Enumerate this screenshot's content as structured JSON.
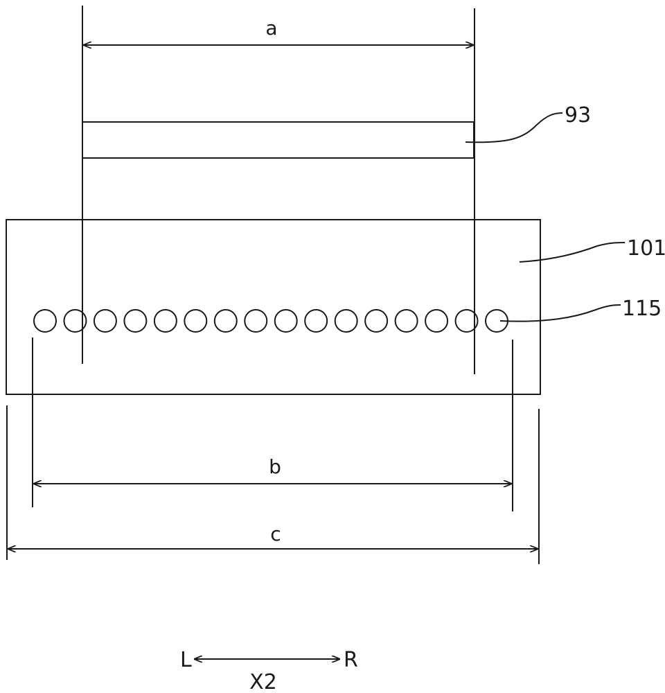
{
  "figure": {
    "dimension_labels": {
      "a": "a",
      "b": "b",
      "c": "c"
    },
    "reference_numerals": {
      "plate": "93",
      "body": "101",
      "holes": "115"
    },
    "direction_indicator": {
      "left": "L",
      "right": "R",
      "axis": "X2"
    },
    "hole_count": 16,
    "stroke_color": "#1a1a1a",
    "background_color": "#ffffff"
  }
}
